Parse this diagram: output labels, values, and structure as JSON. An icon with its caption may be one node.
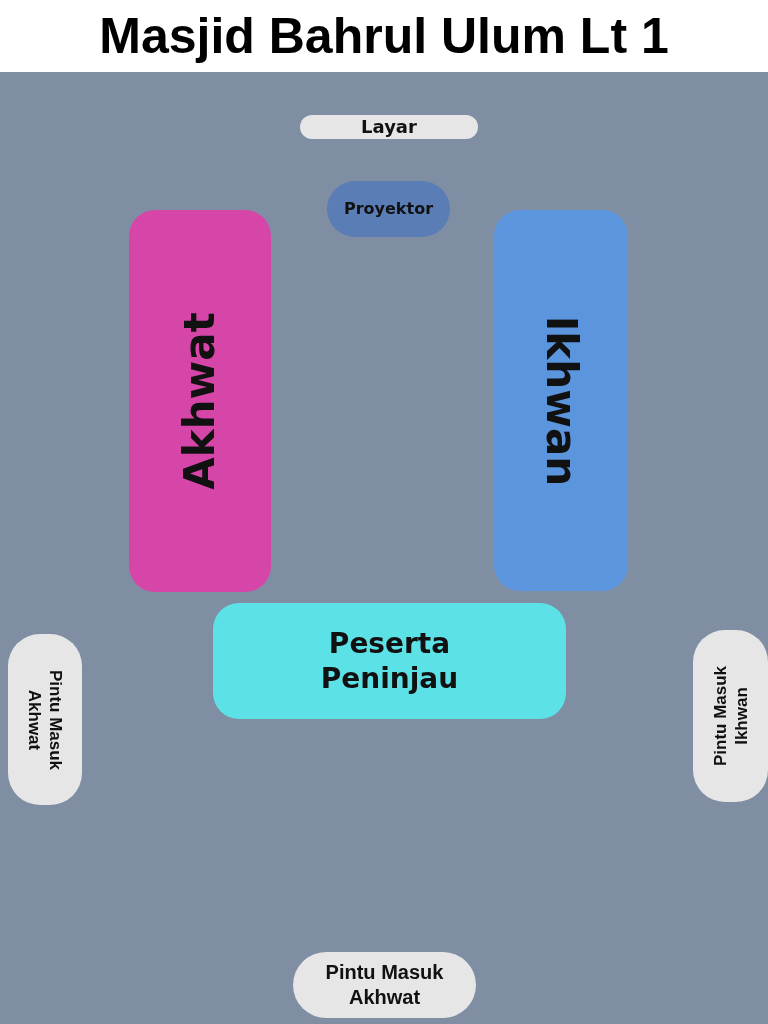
{
  "diagram": {
    "title": "Masjid Bahrul Ulum Lt 1",
    "nodes": [
      {
        "text": [
          "Layar"
        ]
      },
      {
        "text": [
          "Proyektor"
        ]
      },
      {
        "text": [
          "Akhwat"
        ]
      },
      {
        "text": [
          "Ikhwan"
        ]
      },
      {
        "text": [
          "Peserta Peninjau"
        ]
      },
      {
        "text": [
          "Pintu Masuk Akhwat"
        ]
      },
      {
        "text": [
          "Pintu Masuk Ikhwan"
        ]
      },
      {
        "text": [
          "Pintu Masuk Akhwat"
        ]
      }
    ]
  }
}
